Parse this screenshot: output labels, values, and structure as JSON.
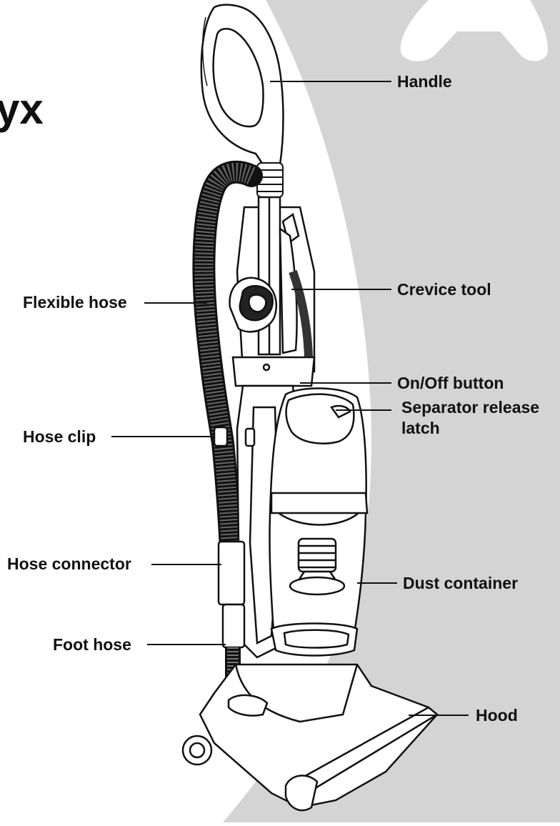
{
  "diagram": {
    "title_fragment": "yx",
    "labels": {
      "handle": "Handle",
      "crevice_tool": "Crevice tool",
      "flexible_hose": "Flexible hose",
      "on_off_button": "On/Off button",
      "separator_release_latch": "Separator release latch",
      "hose_clip": "Hose clip",
      "hose_connector": "Hose connector",
      "dust_container": "Dust container",
      "foot_hose": "Foot hose",
      "hood": "Hood"
    },
    "colors": {
      "background": "#ffffff",
      "panel": "#d4d4d4",
      "ink": "#111111",
      "hose": "#555555"
    }
  }
}
